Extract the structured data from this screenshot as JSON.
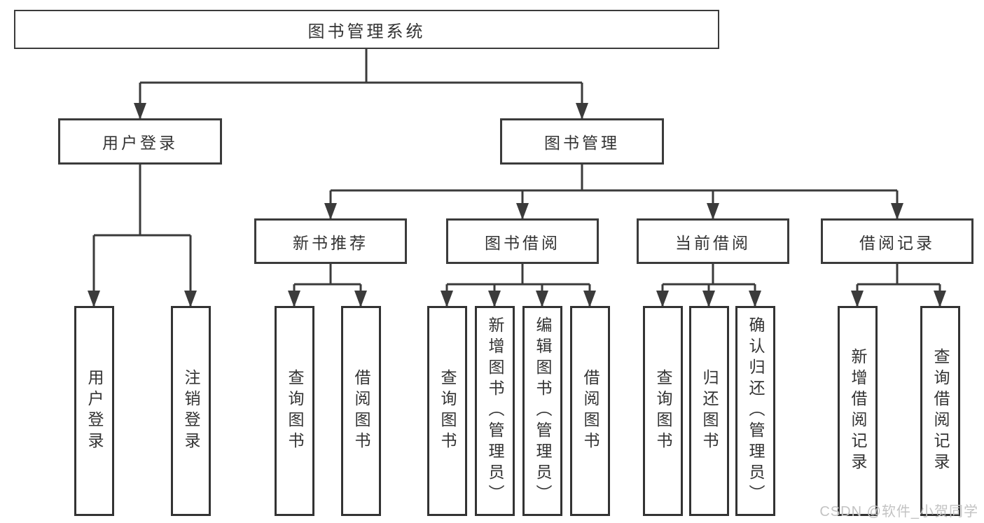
{
  "diagram": {
    "title": "图书管理系统",
    "type": "hierarchy-tree",
    "colors": {
      "line": "#3b3b3b",
      "box_border": "#333333",
      "text": "#333333",
      "background": "#ffffff",
      "watermark": "#c3c3c3"
    },
    "tree": {
      "label": "图书管理系统",
      "children": [
        {
          "label": "用户登录",
          "children": [
            {
              "label": "用户登录"
            },
            {
              "label": "注销登录"
            }
          ]
        },
        {
          "label": "图书管理",
          "children": [
            {
              "label": "新书推荐",
              "children": [
                {
                  "label": "查询图书"
                },
                {
                  "label": "借阅图书"
                }
              ]
            },
            {
              "label": "图书借阅",
              "children": [
                {
                  "label": "查询图书"
                },
                {
                  "label": "新增图书（管理员）"
                },
                {
                  "label": "编辑图书（管理员）"
                },
                {
                  "label": "借阅图书"
                }
              ]
            },
            {
              "label": "当前借阅",
              "children": [
                {
                  "label": "查询图书"
                },
                {
                  "label": "归还图书"
                },
                {
                  "label": "确认归还（管理员）"
                }
              ]
            },
            {
              "label": "借阅记录",
              "children": [
                {
                  "label": "新增借阅记录"
                },
                {
                  "label": "查询借阅记录"
                }
              ]
            }
          ]
        }
      ]
    },
    "watermark": "CSDN @软件_小贺同学"
  }
}
